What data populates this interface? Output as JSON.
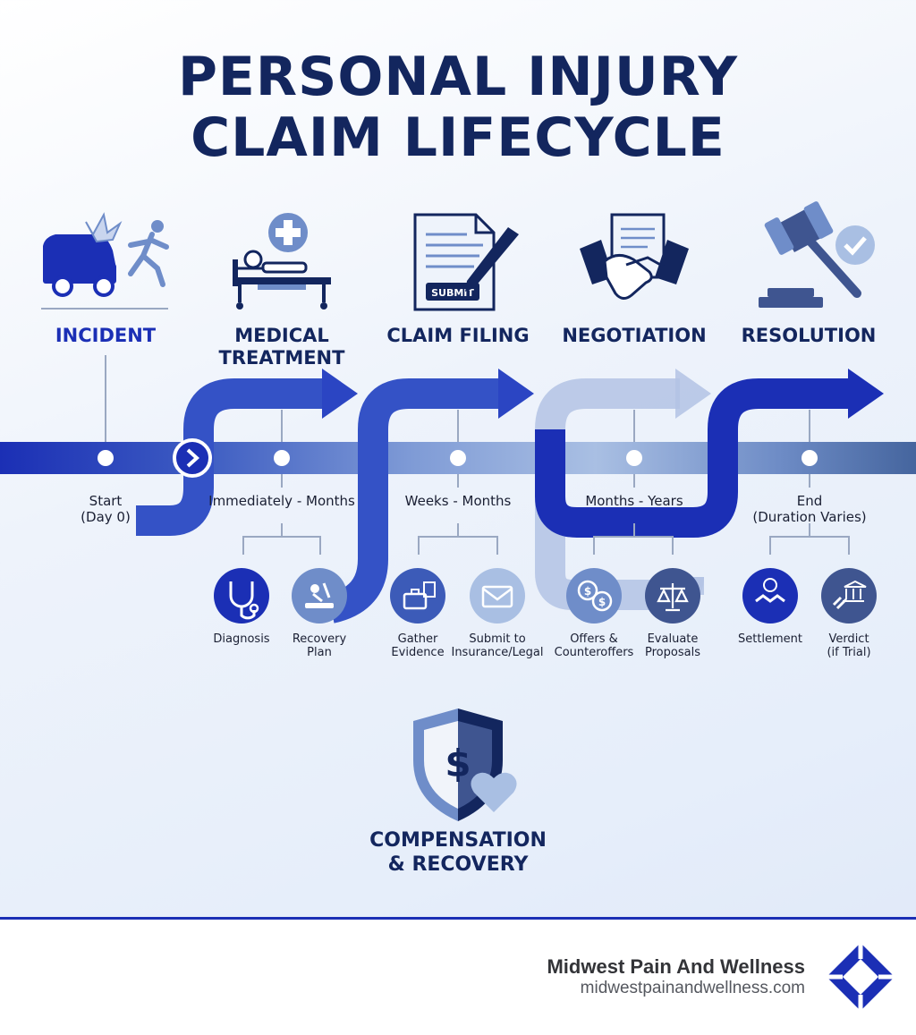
{
  "title": {
    "line1": "PERSONAL INJURY",
    "line2": "CLAIM LIFECYCLE"
  },
  "stages": [
    {
      "id": "incident",
      "title_line1": "INCIDENT",
      "title_line2": "",
      "time_line1": "Start",
      "time_line2": "(Day 0)",
      "icon": "car-crash-icon"
    },
    {
      "id": "medical",
      "title_line1": "MEDICAL",
      "title_line2": "TREATMENT",
      "time_line1": "Immediately - Months",
      "time_line2": "",
      "icon": "hospital-bed-icon"
    },
    {
      "id": "filing",
      "title_line1": "CLAIM FILING",
      "title_line2": "",
      "time_line1": "Weeks - Months",
      "time_line2": "",
      "icon": "document-submit-icon"
    },
    {
      "id": "negotiation",
      "title_line1": "NEGOTIATION",
      "title_line2": "",
      "time_line1": "Months - Years",
      "time_line2": "",
      "icon": "handshake-icon"
    },
    {
      "id": "resolution",
      "title_line1": "RESOLUTION",
      "title_line2": "",
      "time_line1": "End",
      "time_line2": "(Duration Varies)",
      "icon": "gavel-check-icon"
    }
  ],
  "submit_label": "SUBMIT",
  "substeps": [
    {
      "line1": "Diagnosis",
      "line2": "",
      "icon": "stethoscope-icon"
    },
    {
      "line1": "Recovery",
      "line2": "Plan",
      "icon": "therapy-icon"
    },
    {
      "line1": "Gather",
      "line2": "Evidence",
      "icon": "briefcase-documents-icon"
    },
    {
      "line1": "Submit to",
      "line2": "Insurance/Legal",
      "icon": "envelope-icon"
    },
    {
      "line1": "Offers &",
      "line2": "Counteroffers",
      "icon": "chat-money-icon"
    },
    {
      "line1": "Evaluate",
      "line2": "Proposals",
      "icon": "scales-icon"
    },
    {
      "line1": "Settlement",
      "line2": "",
      "icon": "handshake-check-icon"
    },
    {
      "line1": "Verdict",
      "line2": "(if Trial)",
      "icon": "gavel-courthouse-icon"
    }
  ],
  "compensation": {
    "line1": "COMPENSATION",
    "line2": "& RECOVERY",
    "icon": "shield-dollar-heart-icon"
  },
  "brand": {
    "name": "Midwest Pain And Wellness",
    "url": "midwestpainandwellness.com",
    "icon": "brand-diamond-icon"
  },
  "colors": {
    "navy": "#13265e",
    "royal": "#1b2fb5",
    "mid": "#5677c0",
    "light": "#a9bfe3"
  }
}
